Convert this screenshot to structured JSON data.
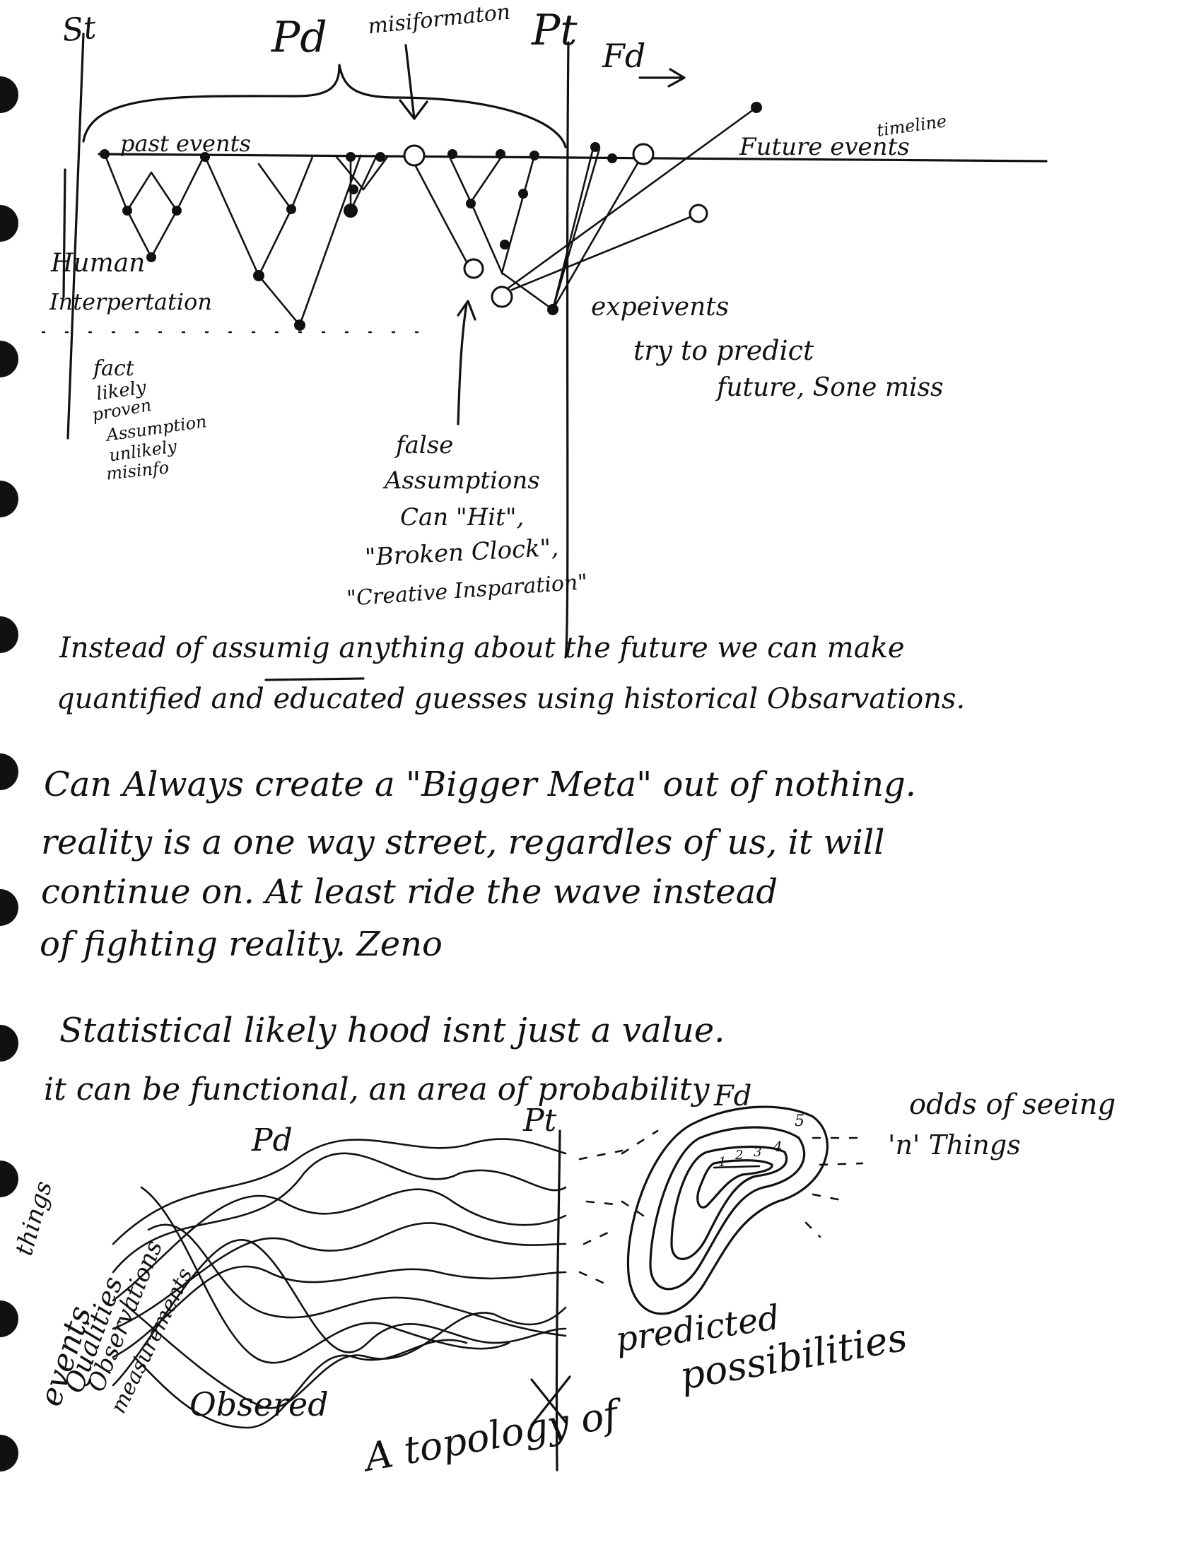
{
  "diagram": {
    "st_label": "St",
    "pd_label": "Pd",
    "misinformation_label": "misiformaton",
    "pt_label": "Pt",
    "fd_label": "Fd",
    "past_events_label": "past events",
    "timeline_label": "timeline",
    "future_events_label": "Future events",
    "human_label": "Human",
    "interpretation_label": "Interpertation",
    "experiments_note": [
      "expeivents",
      "try to predict",
      "future, Sone miss"
    ],
    "legend": [
      "fact",
      "likely",
      "proven",
      "Assumption",
      "unlikely",
      "misinfo"
    ],
    "false_assumptions_note": [
      "false",
      "Assumptions",
      "Can \"Hit\",",
      "\"Broken Clock\",",
      "\"Creative Insparation\""
    ]
  },
  "paragraphs": {
    "p1": [
      "Instead of assumig anything about the future we can make",
      "quantified and educated guesses using historical Obsarvations."
    ],
    "p2": [
      "Can Always create a \"Bigger Meta\" out of nothing.",
      "reality is a one way street, regardles of us, it will",
      "continue on. At least ride the wave instead",
      "of fighting reality. Zeno"
    ],
    "p3": [
      "Statistical likely hood isnt just a value.",
      "it can be functional, an area of probability"
    ]
  },
  "bottom": {
    "pd_label": "Pd",
    "pt_label": "Pt",
    "fd_label": "Fd",
    "odds_note": [
      "odds of seeing",
      "'n' Things"
    ],
    "contour_numbers": [
      "1",
      "2",
      "3",
      "4",
      "5"
    ],
    "rotated_labels": [
      "things",
      "events",
      "Qualities",
      "Observations",
      "measurements"
    ],
    "observed_label": "Obsered",
    "predicted_label": "predicted",
    "possibilities_label": "possibilities",
    "topology_label": "A topology of"
  }
}
